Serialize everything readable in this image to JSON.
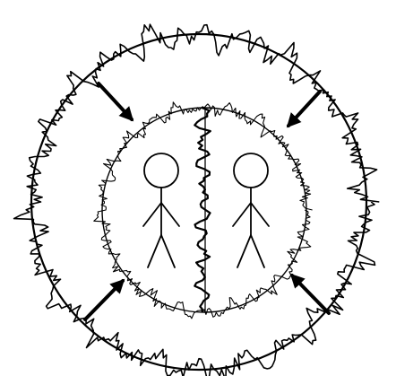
{
  "diagram": {
    "outer_boundary": {
      "shape": "circle",
      "style": "wavy-noise-overlay"
    },
    "inner_boundary": {
      "shape": "circle",
      "style": "wavy-noise-overlay"
    },
    "divider": {
      "style": "wavy-vertical-line"
    },
    "figures": [
      {
        "name": "person-left",
        "type": "stick-figure"
      },
      {
        "name": "person-right",
        "type": "stick-figure"
      }
    ],
    "arrows": [
      {
        "name": "arrow-top-left",
        "direction": "inward"
      },
      {
        "name": "arrow-top-right",
        "direction": "inward"
      },
      {
        "name": "arrow-bottom-left",
        "direction": "inward"
      },
      {
        "name": "arrow-bottom-right",
        "direction": "inward"
      }
    ],
    "colors": {
      "stroke": "#000000",
      "background": "#ffffff"
    }
  }
}
